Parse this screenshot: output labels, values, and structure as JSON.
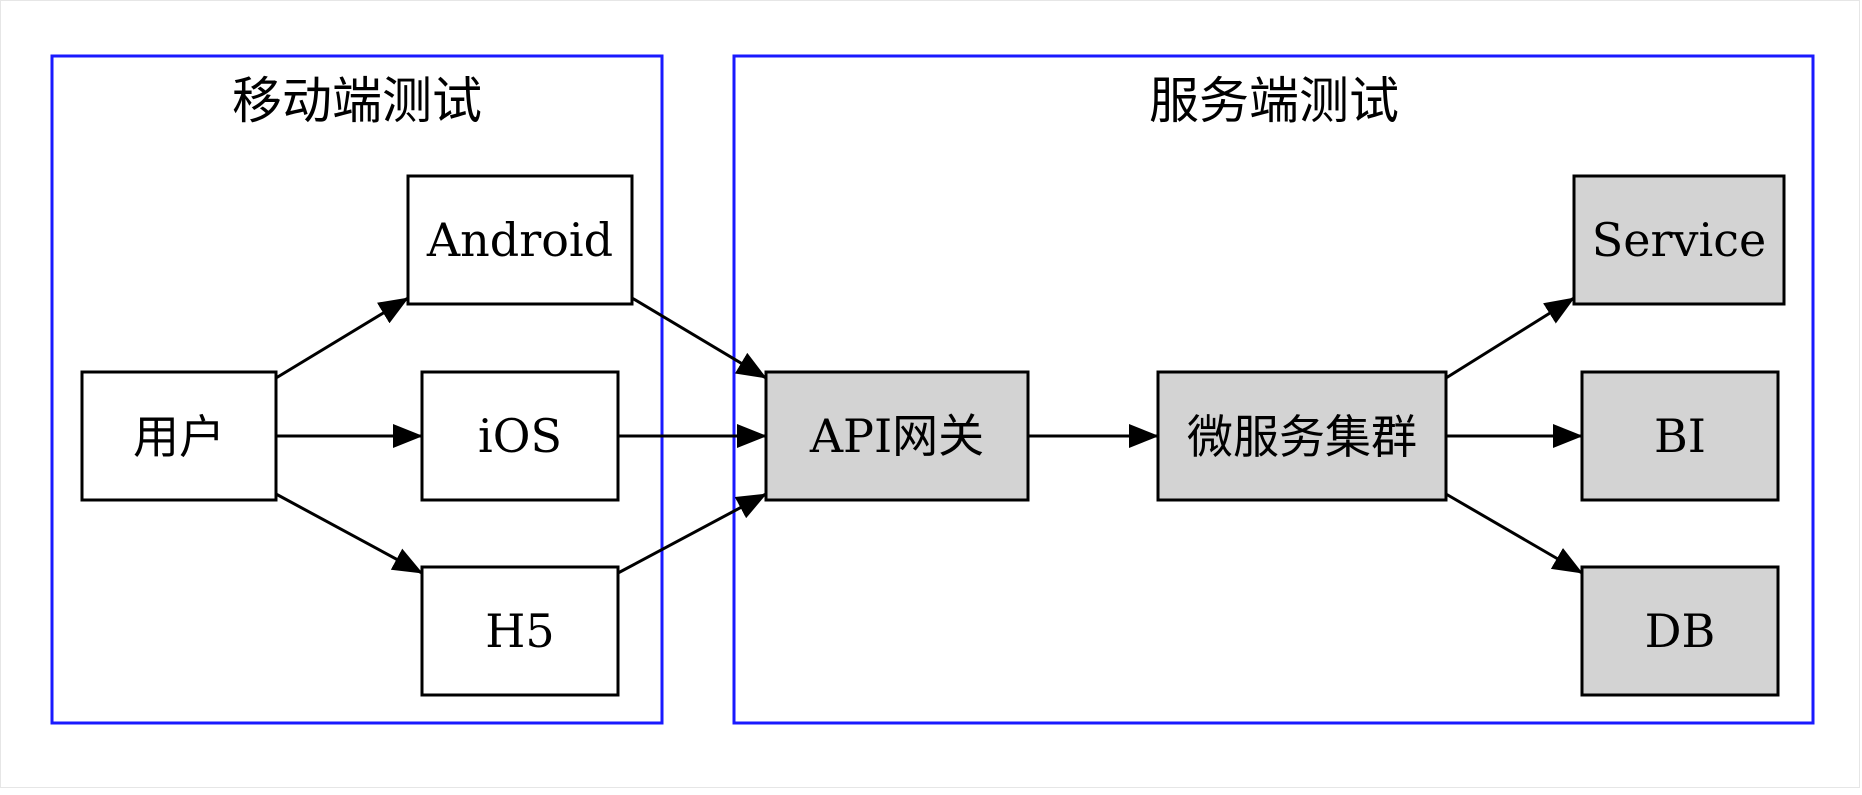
{
  "clusters": {
    "mobile": {
      "label": "移动端测试"
    },
    "server": {
      "label": "服务端测试"
    }
  },
  "nodes": {
    "user": {
      "label": "用户"
    },
    "android": {
      "label": "Android"
    },
    "ios": {
      "label": "iOS"
    },
    "h5": {
      "label": "H5"
    },
    "gateway": {
      "label": "API网关"
    },
    "microservices": {
      "label": "微服务集群"
    },
    "service": {
      "label": "Service"
    },
    "bi": {
      "label": "BI"
    },
    "db": {
      "label": "DB"
    }
  },
  "edges": [
    {
      "from": "user",
      "to": "android"
    },
    {
      "from": "user",
      "to": "ios"
    },
    {
      "from": "user",
      "to": "h5"
    },
    {
      "from": "android",
      "to": "gateway"
    },
    {
      "from": "ios",
      "to": "gateway"
    },
    {
      "from": "h5",
      "to": "gateway"
    },
    {
      "from": "gateway",
      "to": "microservices"
    },
    {
      "from": "microservices",
      "to": "service"
    },
    {
      "from": "microservices",
      "to": "bi"
    },
    {
      "from": "microservices",
      "to": "db"
    }
  ],
  "colors": {
    "cluster_border": "#1a1aff",
    "node_border": "#000000",
    "node_fill_plain": "#ffffff",
    "node_fill_server": "#d3d3d3",
    "edge": "#000000"
  }
}
